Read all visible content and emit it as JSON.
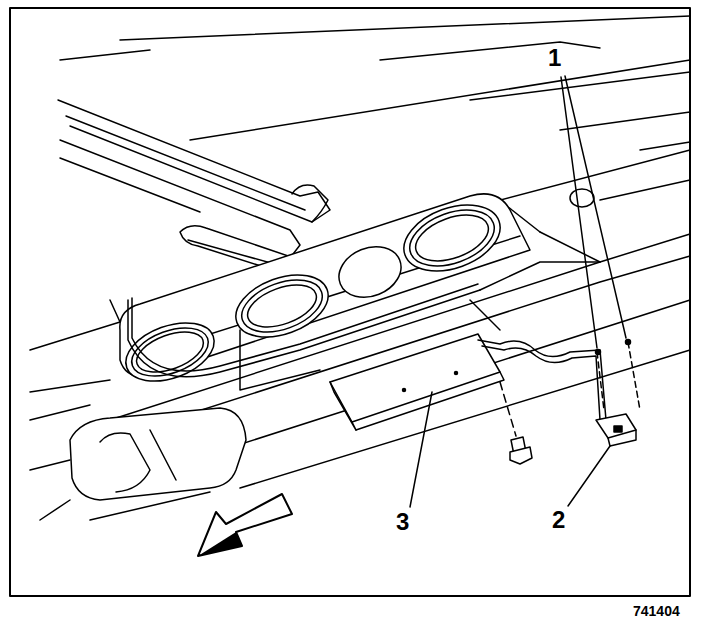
{
  "diagram": {
    "labels": [
      "1",
      "2",
      "3",
      "741404"
    ]
  }
}
